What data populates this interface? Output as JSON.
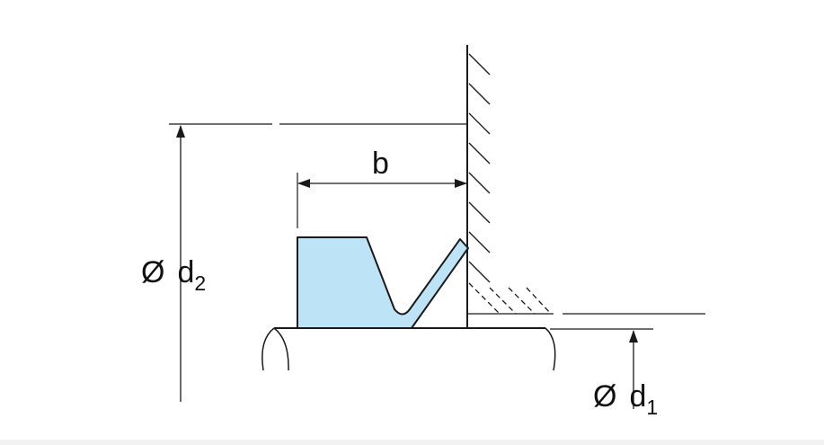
{
  "labels": {
    "width": "b",
    "outer_diameter_symbol": "Ø",
    "outer_diameter_name": "d",
    "outer_diameter_sub": "2",
    "inner_diameter_symbol": "Ø",
    "inner_diameter_name": "d",
    "inner_diameter_sub": "1"
  },
  "colors": {
    "seal_fill": "#bde3f6",
    "line": "#1a1a1a",
    "background": "#ffffff"
  }
}
